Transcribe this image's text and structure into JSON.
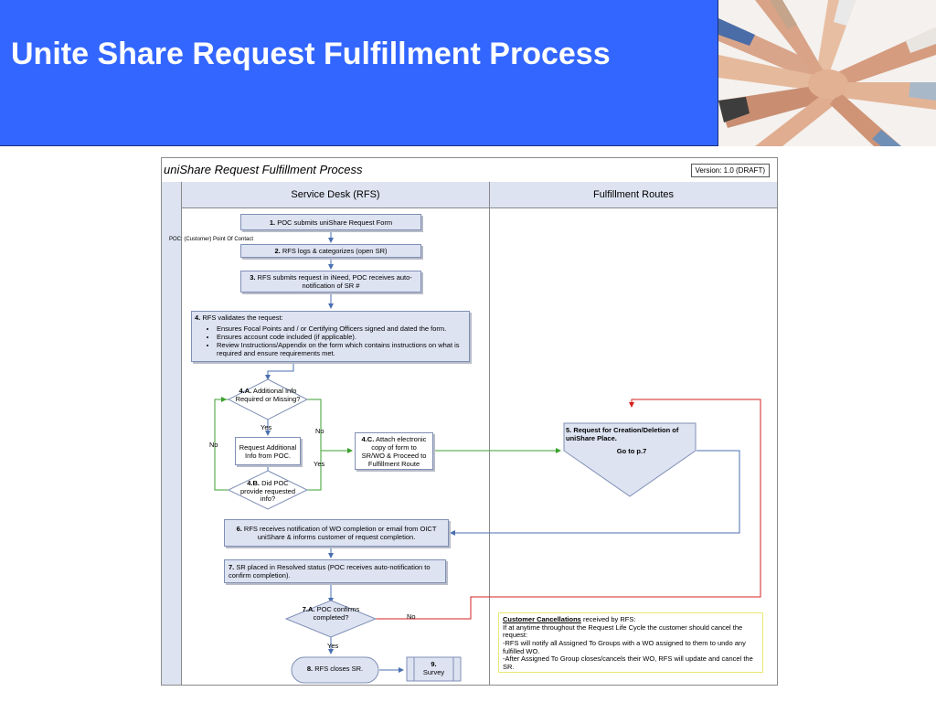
{
  "slide": {
    "title": "Unite Share Request Fulfillment Process"
  },
  "diagram": {
    "title": "uniShare Request Fulfillment Process",
    "version": "Version: 1.0 (DRAFT)",
    "lanes": [
      "Service Desk (RFS)",
      "Fulfillment Routes"
    ],
    "poc_note": "POC: (Customer) Point Of Contact",
    "steps": {
      "s1": {
        "num": "1.",
        "text": " POC submits uniShare Request Form"
      },
      "s2": {
        "num": "2.",
        "text": " RFS logs & categorizes (open SR)"
      },
      "s3": {
        "num": "3.",
        "text": " RFS submits request in iNeed, POC receives auto-notification of SR #"
      },
      "s4": {
        "num": "4.",
        "text": " RFS validates the request:",
        "bullets": [
          "Ensures Focal Points and / or Certifying Officers signed and dated the form.",
          "Ensures account code included (if applicable).",
          "Review Instructions/Appendix on the form which contains instructions on what is required and ensure requirements met."
        ]
      },
      "s4a": {
        "num": "4.A.",
        "text": " Additional Info Required or Missing?"
      },
      "s4req": {
        "text": "Request Additional Info from POC."
      },
      "s4b": {
        "num": "4.B.",
        "text": " Did POC provide requested info?"
      },
      "s4c": {
        "num": "4.C.",
        "text": " Attach electronic copy of form to SR/WO & Proceed to Fulfillment Route"
      },
      "s5": {
        "line1": "5. Request for Creation/Deletion of uniShare Place.",
        "line2": "Go to p.7"
      },
      "s6": {
        "num": "6.",
        "text": " RFS receives notification of WO completion or email from OICT uniShare & informs customer of request completion."
      },
      "s7": {
        "num": "7.",
        "text": " SR placed in Resolved status (POC receives auto-notification to confirm completion)."
      },
      "s7a": {
        "num": "7.A.",
        "text": " POC confirms completed?"
      },
      "s8": {
        "num": "8.",
        "text": " RFS closes SR."
      },
      "s9": {
        "num": "9.",
        "text": "Survey"
      }
    },
    "labels": {
      "yes_4a": "Yes",
      "no_4a": "No",
      "no_left": "No",
      "yes_4b": "Yes",
      "no_7a": "No",
      "yes_7a": "Yes"
    },
    "cancellations": {
      "heading": "Customer Cancellations",
      "heading_rest": " received by RFS:",
      "lines": [
        "If at anytime throughout the Request Life Cycle the customer should cancel the request:",
        "-RFS will notify all Assigned To Groups with a WO assigned to them to undo any fulfilled WO.",
        "-After Assigned To Group closes/cancels their WO, RFS will update and cancel the SR."
      ]
    },
    "colors": {
      "box_fill": "#dde3f1",
      "yes_path": "#3ba02f",
      "no_path": "#d62020",
      "arrow": "#4a6fb0"
    }
  }
}
